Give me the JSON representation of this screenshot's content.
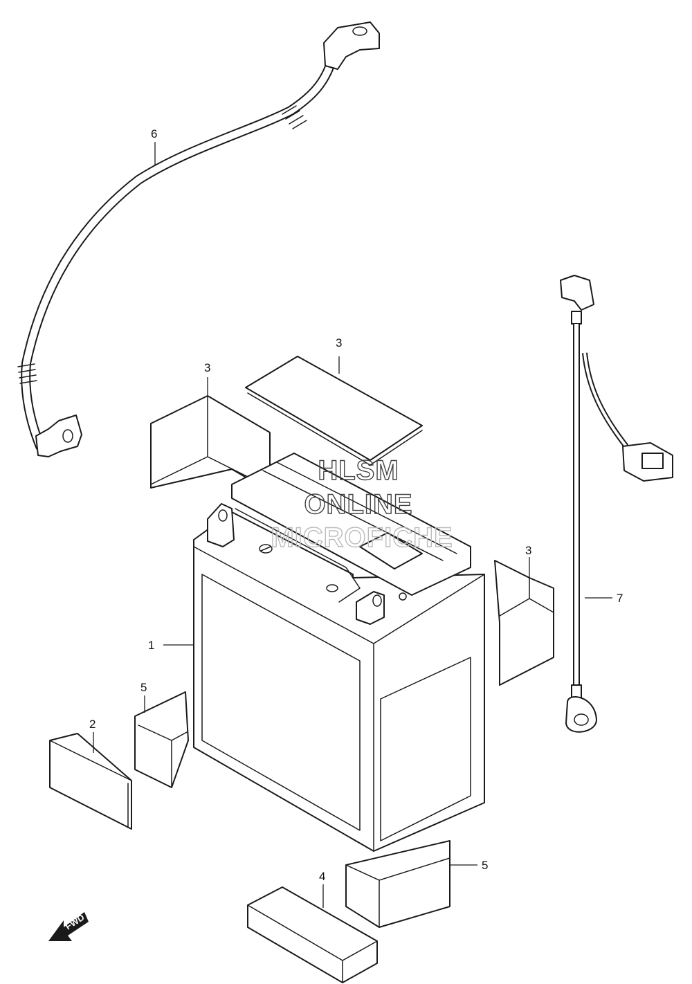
{
  "callouts": {
    "c1": "1",
    "c2": "2",
    "c3a": "3",
    "c3b": "3",
    "c3c": "3",
    "c4": "4",
    "c5a": "5",
    "c5b": "5",
    "c6": "6",
    "c7": "7"
  },
  "watermark": {
    "line1": "HLSM",
    "line2": "ONLINE",
    "line3": "MICROFICHE"
  },
  "fwd_label": "FWD"
}
